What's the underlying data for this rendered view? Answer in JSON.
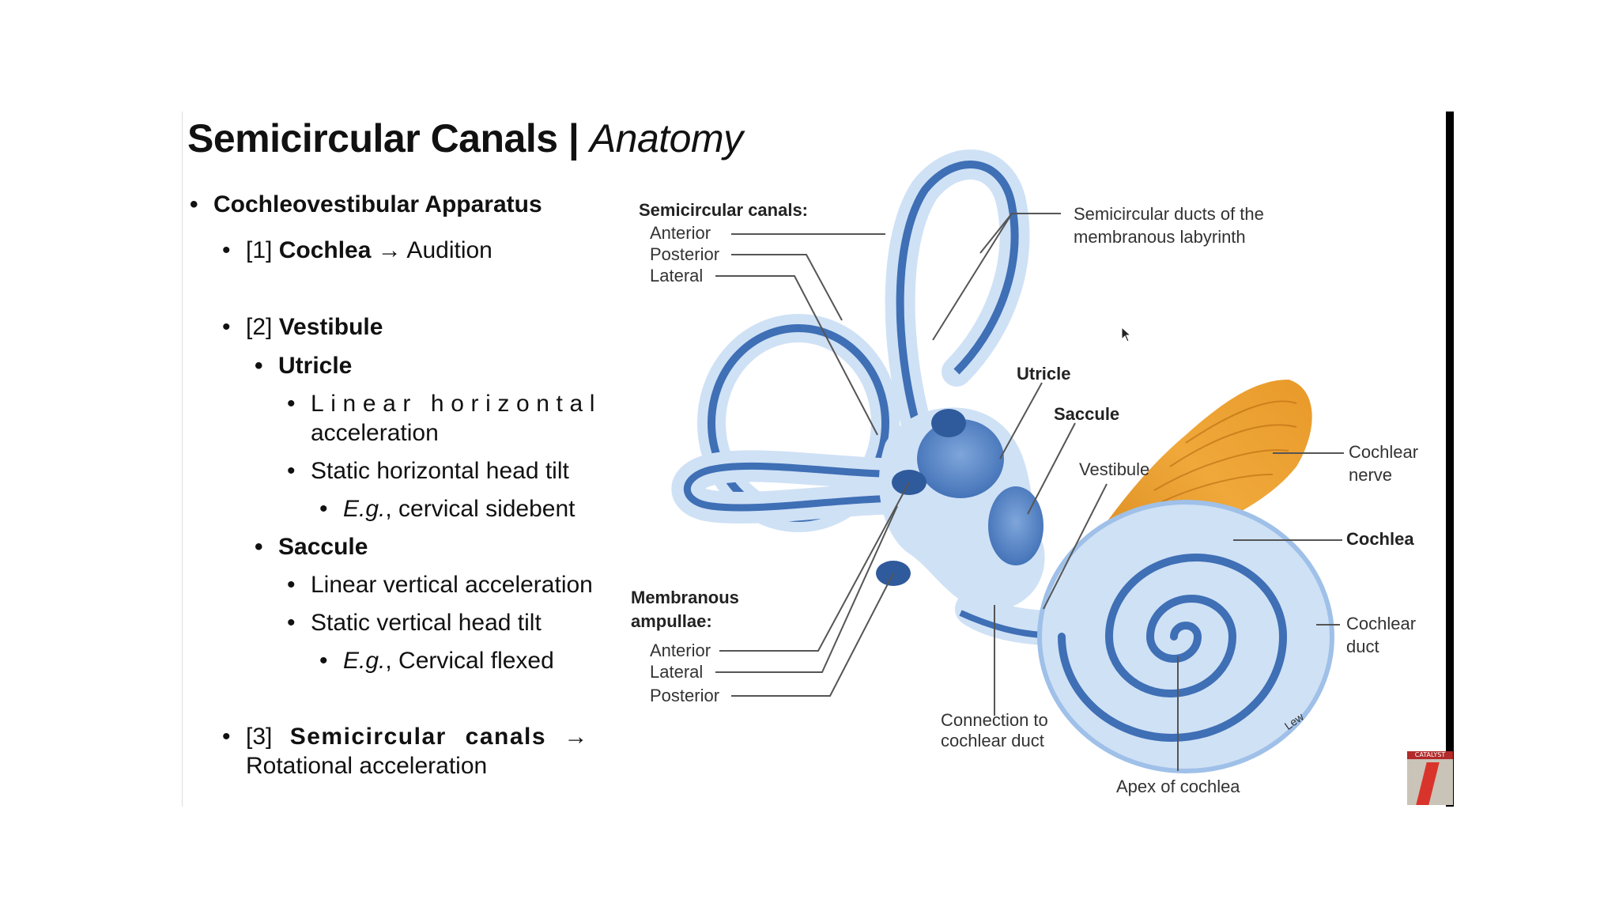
{
  "slide": {
    "title_bold": "Semicircular Canals | ",
    "title_italic": "Anatomy",
    "bullets": {
      "apparatus": "Cochleovestibular Apparatus",
      "cochlea_num": "[1] ",
      "cochlea_name": "Cochlea",
      "cochlea_rest": " → Audition",
      "vestibule_num": "[2] ",
      "vestibule_name": "Vestibule",
      "utricle": "Utricle",
      "utricle_1a": "Linear horizontal",
      "utricle_1b": "acceleration",
      "utricle_2": "Static horizontal head tilt",
      "utricle_eg": "E.g.",
      "utricle_eg_rest": ", cervical sidebent",
      "saccule": "Saccule",
      "saccule_1": "Linear vertical acceleration",
      "saccule_2": "Static vertical head tilt",
      "saccule_eg": "E.g.",
      "saccule_eg_rest": ", Cervical flexed",
      "canals_num": "[3] ",
      "canals_name": "Semicircular canals",
      "canals_arrow": " →",
      "canals_2": "Rotational acceleration"
    },
    "bullet_char": "•"
  },
  "diagram": {
    "semicircular_canals_heading": "Semicircular canals:",
    "sc_anterior": "Anterior",
    "sc_posterior": "Posterior",
    "sc_lateral": "Lateral",
    "ducts_1": "Semicircular ducts of the",
    "ducts_2": "membranous labyrinth",
    "utricle": "Utricle",
    "saccule": "Saccule",
    "vestibule": "Vestibule",
    "cochlear_nerve_1": "Cochlear",
    "cochlear_nerve_2": "nerve",
    "cochlea": "Cochlea",
    "cochlear_duct_1": "Cochlear",
    "cochlear_duct_2": "duct",
    "ampullae_1": "Membranous",
    "ampullae_2": "ampullae:",
    "amp_anterior": "Anterior",
    "amp_lateral": "Lateral",
    "amp_posterior": "Posterior",
    "connection_1": "Connection to",
    "connection_2": "cochlear duct",
    "apex": "Apex of cochlea",
    "signature": "Lew"
  },
  "overlay": {
    "thumbnail_banner": "CATALYST",
    "cursor_icon": "arrow-cursor-icon"
  },
  "colors": {
    "canal_dark": "#3f6fb5",
    "canal_light": "#cfe1f5",
    "nerve": "#e89a2a",
    "leader": "#555555"
  }
}
